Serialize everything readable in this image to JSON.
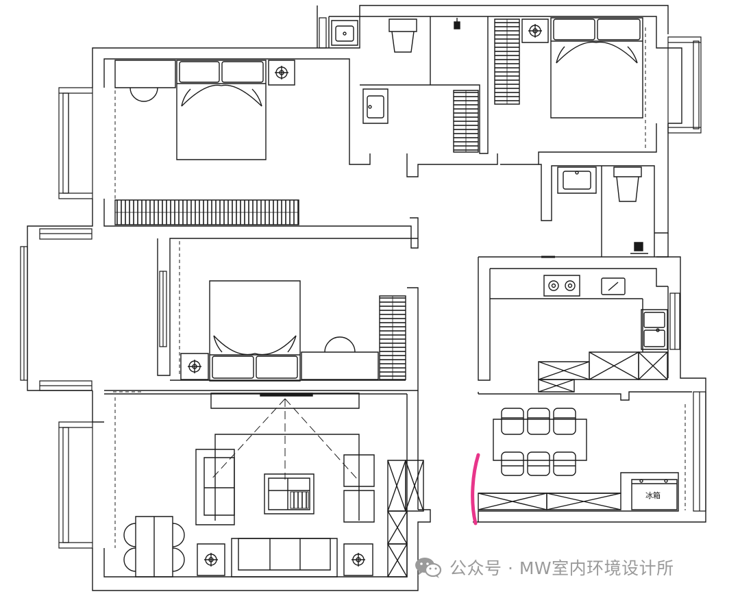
{
  "labels": {
    "fridge": "冰箱"
  },
  "watermark": {
    "text": "公众号 · MW室内环境设计所",
    "icon": "wechat-icon"
  },
  "colors": {
    "line": "#1a1a1a",
    "accent_mark": "#e8358a",
    "watermark": "#9a9a9a"
  },
  "rooms": [
    {
      "id": "master-bedroom",
      "furniture": [
        "double-bed",
        "nightstand-lamp",
        "wardrobe",
        "desk-chair"
      ]
    },
    {
      "id": "master-bath",
      "furniture": [
        "wash-basin",
        "toilet",
        "shower",
        "basin"
      ]
    },
    {
      "id": "second-bedroom-ne",
      "furniture": [
        "double-bed",
        "nightstand-lamp",
        "wardrobe"
      ]
    },
    {
      "id": "bathroom-2",
      "furniture": [
        "wash-basin",
        "toilet",
        "shower"
      ]
    },
    {
      "id": "bedroom-3",
      "furniture": [
        "double-bed",
        "nightstand-lamp",
        "wardrobe",
        "desk-chair"
      ]
    },
    {
      "id": "kitchen",
      "furniture": [
        "gas-stove",
        "double-sink",
        "cabinets"
      ]
    },
    {
      "id": "dining",
      "furniture": [
        "dining-table",
        "chairs",
        "sideboard",
        "fridge"
      ]
    },
    {
      "id": "living-room",
      "furniture": [
        "sofa",
        "armchairs",
        "coffee-table",
        "tv-console",
        "floor-lamps",
        "small-dining-table",
        "cabinet"
      ]
    },
    {
      "id": "balcony",
      "furniture": []
    }
  ]
}
